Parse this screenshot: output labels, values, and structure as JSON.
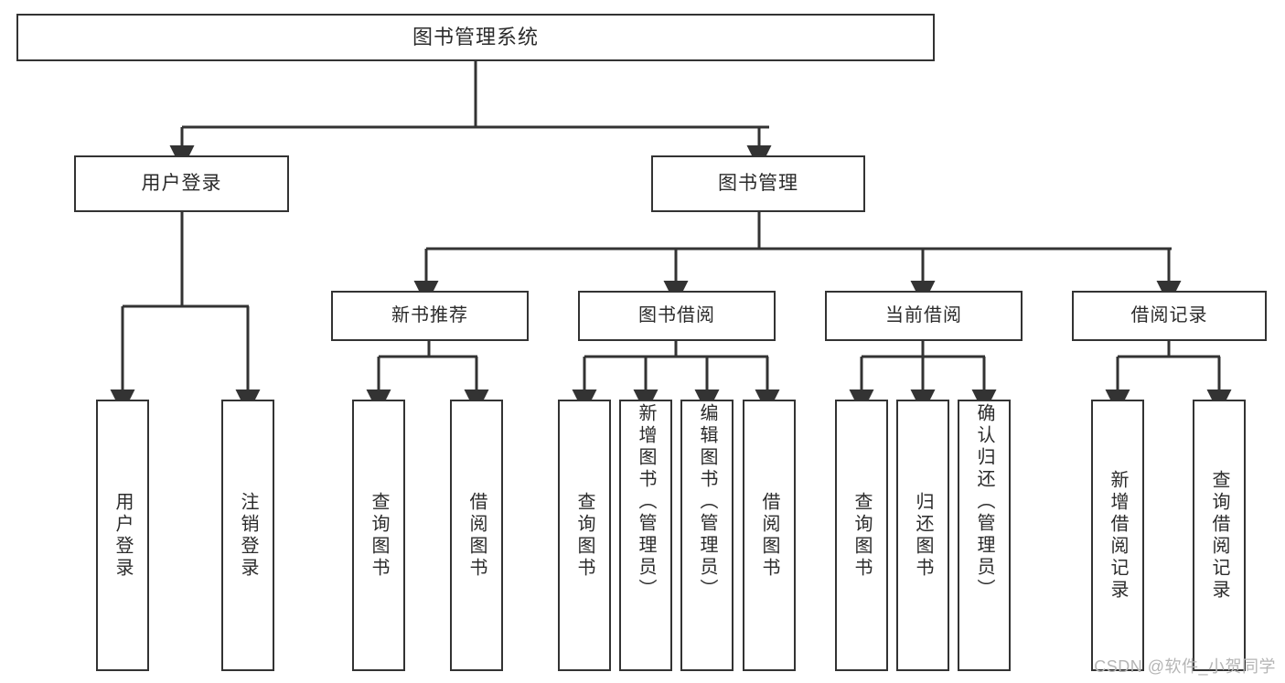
{
  "diagram": {
    "title": "图书管理系统",
    "watermark": "CSDN @软件_小贺同学",
    "colors": {
      "stroke": "#333333",
      "fill": "#ffffff",
      "text": "#2b2b2b",
      "watermark": "#b5b5b5"
    },
    "nodes": {
      "root": {
        "label": "图书管理系统"
      },
      "level2": [
        {
          "id": "user-login",
          "label": "用户登录"
        },
        {
          "id": "book-management",
          "label": "图书管理"
        }
      ],
      "level3": [
        {
          "id": "new-book-recommend",
          "label": "新书推荐"
        },
        {
          "id": "book-borrow",
          "label": "图书借阅"
        },
        {
          "id": "current-borrow",
          "label": "当前借阅"
        },
        {
          "id": "borrow-record",
          "label": "借阅记录"
        }
      ],
      "leaves": {
        "user_login": [
          {
            "id": "leaf-user-login",
            "label": "用户登录"
          },
          {
            "id": "leaf-logout-login",
            "label": "注销登录"
          }
        ],
        "new_book_recommend": [
          {
            "id": "leaf-query-book-1",
            "label": "查询图书"
          },
          {
            "id": "leaf-borrow-book-1",
            "label": "借阅图书"
          }
        ],
        "book_borrow": [
          {
            "id": "leaf-query-book-2",
            "label": "查询图书"
          },
          {
            "id": "leaf-add-book",
            "label": "新增图书（管理员）"
          },
          {
            "id": "leaf-edit-book",
            "label": "编辑图书（管理员）"
          },
          {
            "id": "leaf-borrow-book-2",
            "label": "借阅图书"
          }
        ],
        "current_borrow": [
          {
            "id": "leaf-query-book-3",
            "label": "查询图书"
          },
          {
            "id": "leaf-return-book",
            "label": "归还图书"
          },
          {
            "id": "leaf-confirm-return",
            "label": "确认归还（管理员）"
          }
        ],
        "borrow_record": [
          {
            "id": "leaf-add-borrow-record",
            "label": "新增借阅记录"
          },
          {
            "id": "leaf-query-borrow-record",
            "label": "查询借阅记录"
          }
        ]
      }
    }
  }
}
